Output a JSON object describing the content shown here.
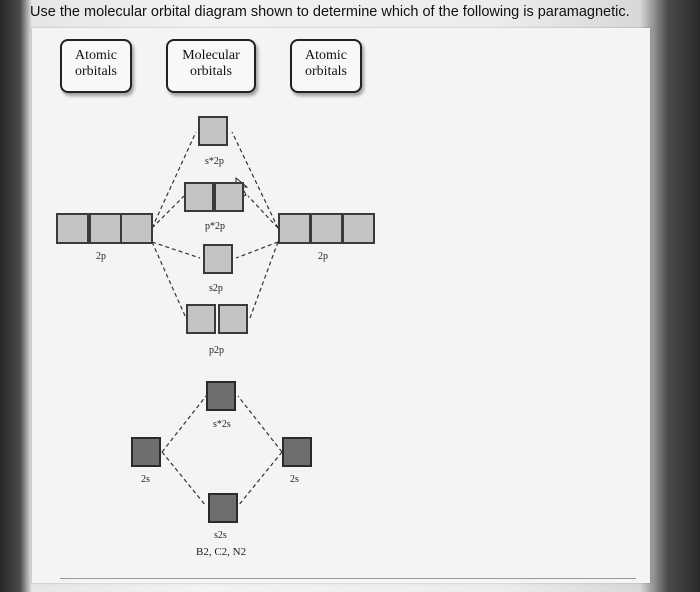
{
  "question": "Use the molecular orbital diagram shown to determine which of the following is paramagnetic.",
  "headers": {
    "left": [
      "Atomic",
      "orbitals"
    ],
    "center": [
      "Molecular",
      "orbitals"
    ],
    "right": [
      "Atomic",
      "orbitals"
    ]
  },
  "labels": {
    "sigma_2p_star": "s*2p",
    "pi_2p_star": "p*2p",
    "left_2p": "2p",
    "right_2p": "2p",
    "sigma_2p": "s2p",
    "pi_2p": "p2p",
    "sigma_2s_star": "s*2s",
    "left_2s": "2s",
    "right_2s": "2s",
    "sigma_2s": "s2s",
    "footer": "B2, C2, N2"
  },
  "colors": {
    "empty_orbital": "#c4c4c4",
    "filled_orbital": "#6e6e6e"
  }
}
